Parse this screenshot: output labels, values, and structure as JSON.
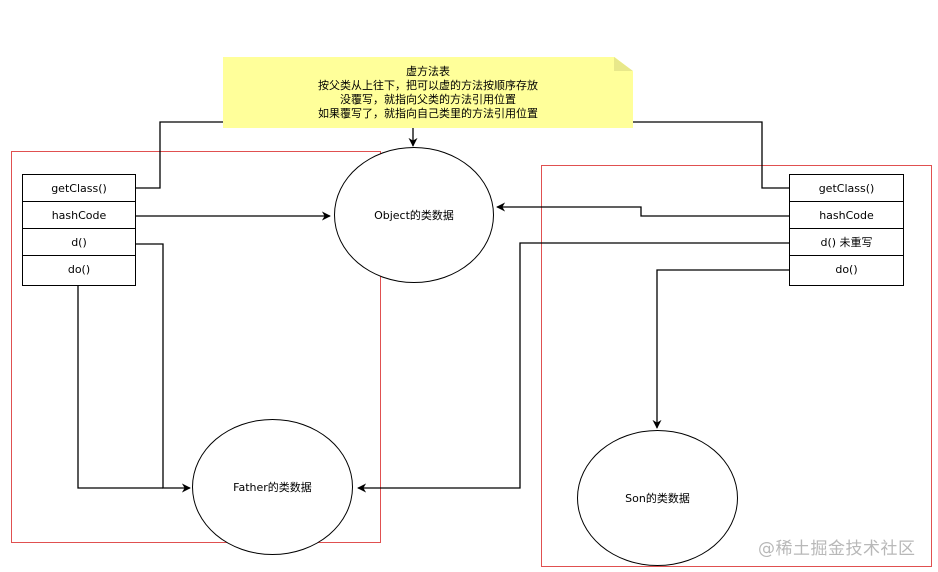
{
  "note": {
    "lines": [
      "虚方法表",
      "按父类从上往下，把可以虚的方法按顺序存放",
      "没覆写，就指向父类的方法引用位置",
      "如果覆写了，就指向自己类里的方法引用位置"
    ]
  },
  "father_table": {
    "rows": [
      "getClass()",
      "hashCode",
      "d()",
      "do()"
    ]
  },
  "son_table": {
    "rows": [
      "getClass()",
      "hashCode",
      "d() 未重写",
      "do()"
    ]
  },
  "nodes": {
    "object": "Object的类数据",
    "father": "Father的类数据",
    "son": "Son的类数据"
  },
  "watermark": "@稀土掘金技术社区",
  "colors": {
    "group_border": "#e05050",
    "note_fill": "#ffff9a",
    "line": "#000000"
  }
}
